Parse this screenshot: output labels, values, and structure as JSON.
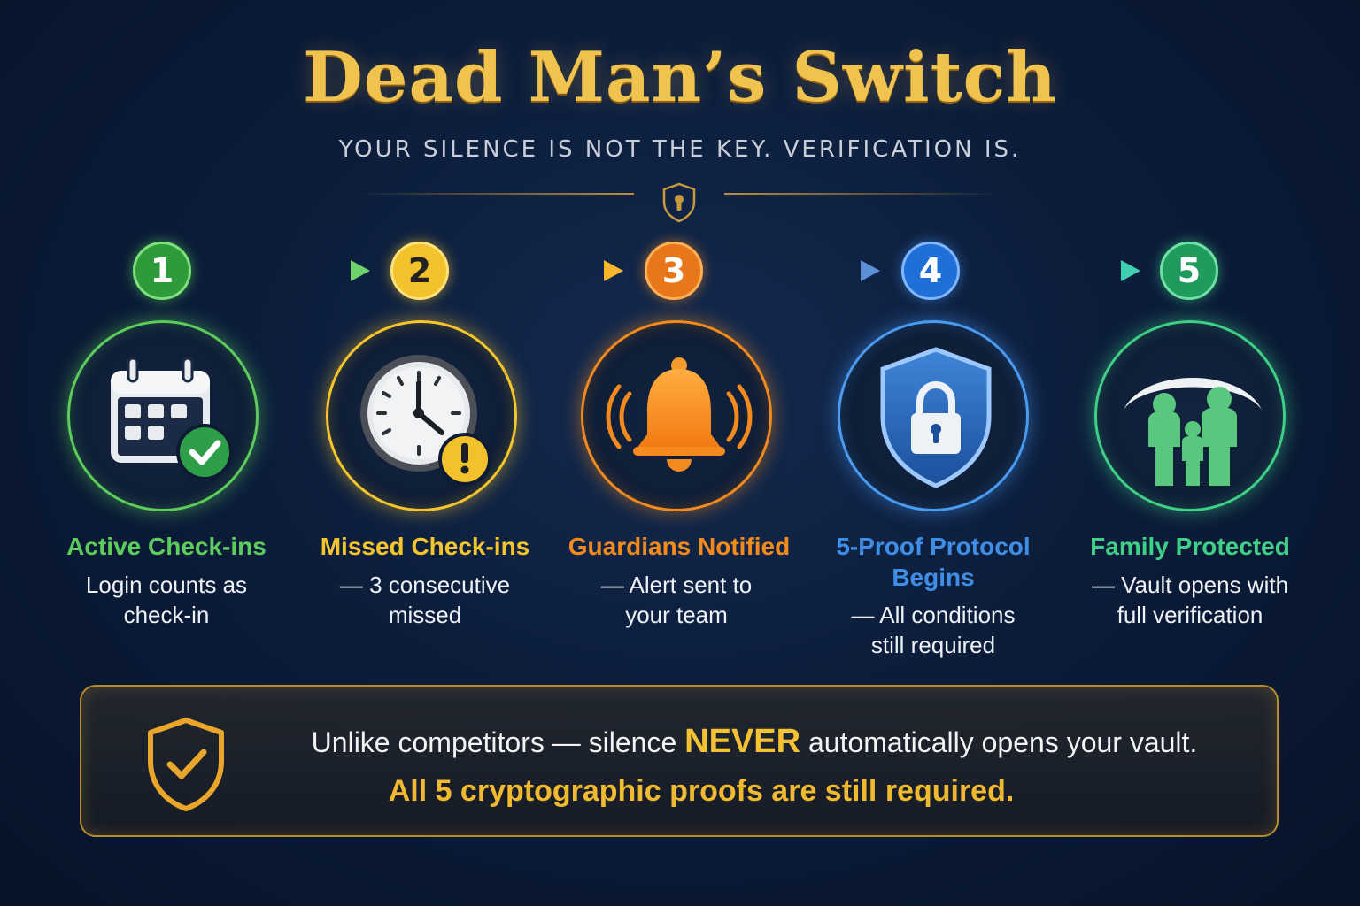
{
  "header": {
    "title": "Dead Man’s Switch",
    "subtitle": "YOUR SILENCE IS NOT THE KEY. VERIFICATION IS."
  },
  "icons": {
    "header": "shield-keyhole-icon",
    "callout": "shield-check-icon"
  },
  "steps": [
    {
      "number": "1",
      "title": "Active Check-ins",
      "desc_line1": "Login counts as",
      "desc_line2": "check-in",
      "desc_line3": "",
      "icon": "calendar-check-icon",
      "color": "#5ccc5a"
    },
    {
      "number": "2",
      "title": "Missed Check-ins",
      "desc_line1": "— 3 consecutive",
      "desc_line2": "missed",
      "desc_line3": "",
      "icon": "clock-warning-icon",
      "color": "#f5c52d"
    },
    {
      "number": "3",
      "title": "Guardians Notified",
      "desc_line1": "— Alert sent to",
      "desc_line2": "your team",
      "desc_line3": "",
      "icon": "bell-alert-icon",
      "color": "#f28a1e"
    },
    {
      "number": "4",
      "title": "5-Proof Protocol Begins",
      "desc_line1": "— All conditions",
      "desc_line2": "still required",
      "desc_line3": "",
      "icon": "shield-lock-icon",
      "color": "#3f8ee6"
    },
    {
      "number": "5",
      "title": "Family Protected",
      "desc_line1": "— Vault opens with",
      "desc_line2": "full verification",
      "desc_line3": "",
      "icon": "family-icon",
      "color": "#3fcf86"
    }
  ],
  "step_titles_split": {
    "step4_line1": "5-Proof Protocol",
    "step4_line2": "Begins"
  },
  "callout": {
    "line1_before": "Unlike competitors — silence ",
    "line1_emphasis": "NEVER",
    "line1_after": " automatically opens your vault.",
    "line2": "All 5 cryptographic proofs are still required."
  },
  "colors": {
    "gold": "#f0c24e",
    "background": "#0c1d3b",
    "green": "#5ccc5a",
    "yellow": "#f5c52d",
    "orange": "#f28a1e",
    "blue": "#3f8ee6",
    "teal": "#3fcf86"
  }
}
